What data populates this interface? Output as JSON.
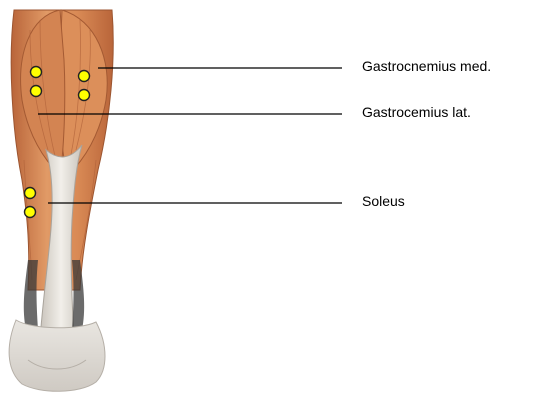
{
  "labels": {
    "gastrocnemius_med": "Gastrocnemius med.",
    "gastrocnemius_lat": "Gastrocemius lat.",
    "soleus": "Soleus"
  },
  "colors": {
    "muscle": "#d98a55",
    "muscle_dark": "#b9653a",
    "tendon": "#e6e2dc",
    "electrode_fill": "#ffff00",
    "electrode_stroke": "#222222",
    "leader_line": "#000000"
  },
  "electrodes": {
    "gastrocnemius_med_count": 2,
    "gastrocnemius_lat_count": 2,
    "soleus_count": 2
  }
}
